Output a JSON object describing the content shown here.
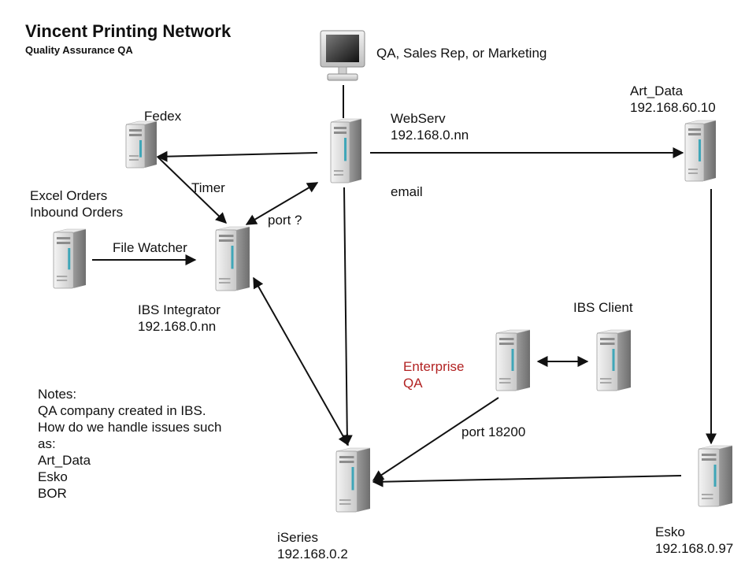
{
  "title": "Vincent Printing Network",
  "subtitle": "Quality Assurance QA",
  "nodes": {
    "client_pc": "QA, Sales Rep, or Marketing",
    "webserv": {
      "name": "WebServ",
      "ip": "192.168.0.nn"
    },
    "fedex": {
      "name": "Fedex"
    },
    "excel": {
      "line1": "Excel Orders",
      "line2": "Inbound Orders"
    },
    "ibs_integrator": {
      "name": "IBS Integrator",
      "ip": "192.168.0.nn"
    },
    "art_data": {
      "name": "Art_Data",
      "ip": "192.168.60.10"
    },
    "enterprise_qa": {
      "line1": "Enterprise",
      "line2": "QA"
    },
    "ibs_client": {
      "name": "IBS Client"
    },
    "iseries": {
      "name": "iSeries",
      "ip": "192.168.0.2"
    },
    "esko": {
      "name": "Esko",
      "ip": "192.168.0.97"
    }
  },
  "edge_labels": {
    "timer": "Timer",
    "port_q": "port ?",
    "file_watcher": "File Watcher",
    "email": "email",
    "port_18200": "port 18200"
  },
  "notes": {
    "heading": "Notes:",
    "lines": [
      "QA company created in IBS.",
      "How do we handle issues such",
      "as:",
      "Art_Data",
      "Esko",
      "BOR"
    ]
  },
  "colors": {
    "highlight_text": "#b22222",
    "server_body": "#c8c8c8",
    "server_light": "#3fa6b8"
  }
}
